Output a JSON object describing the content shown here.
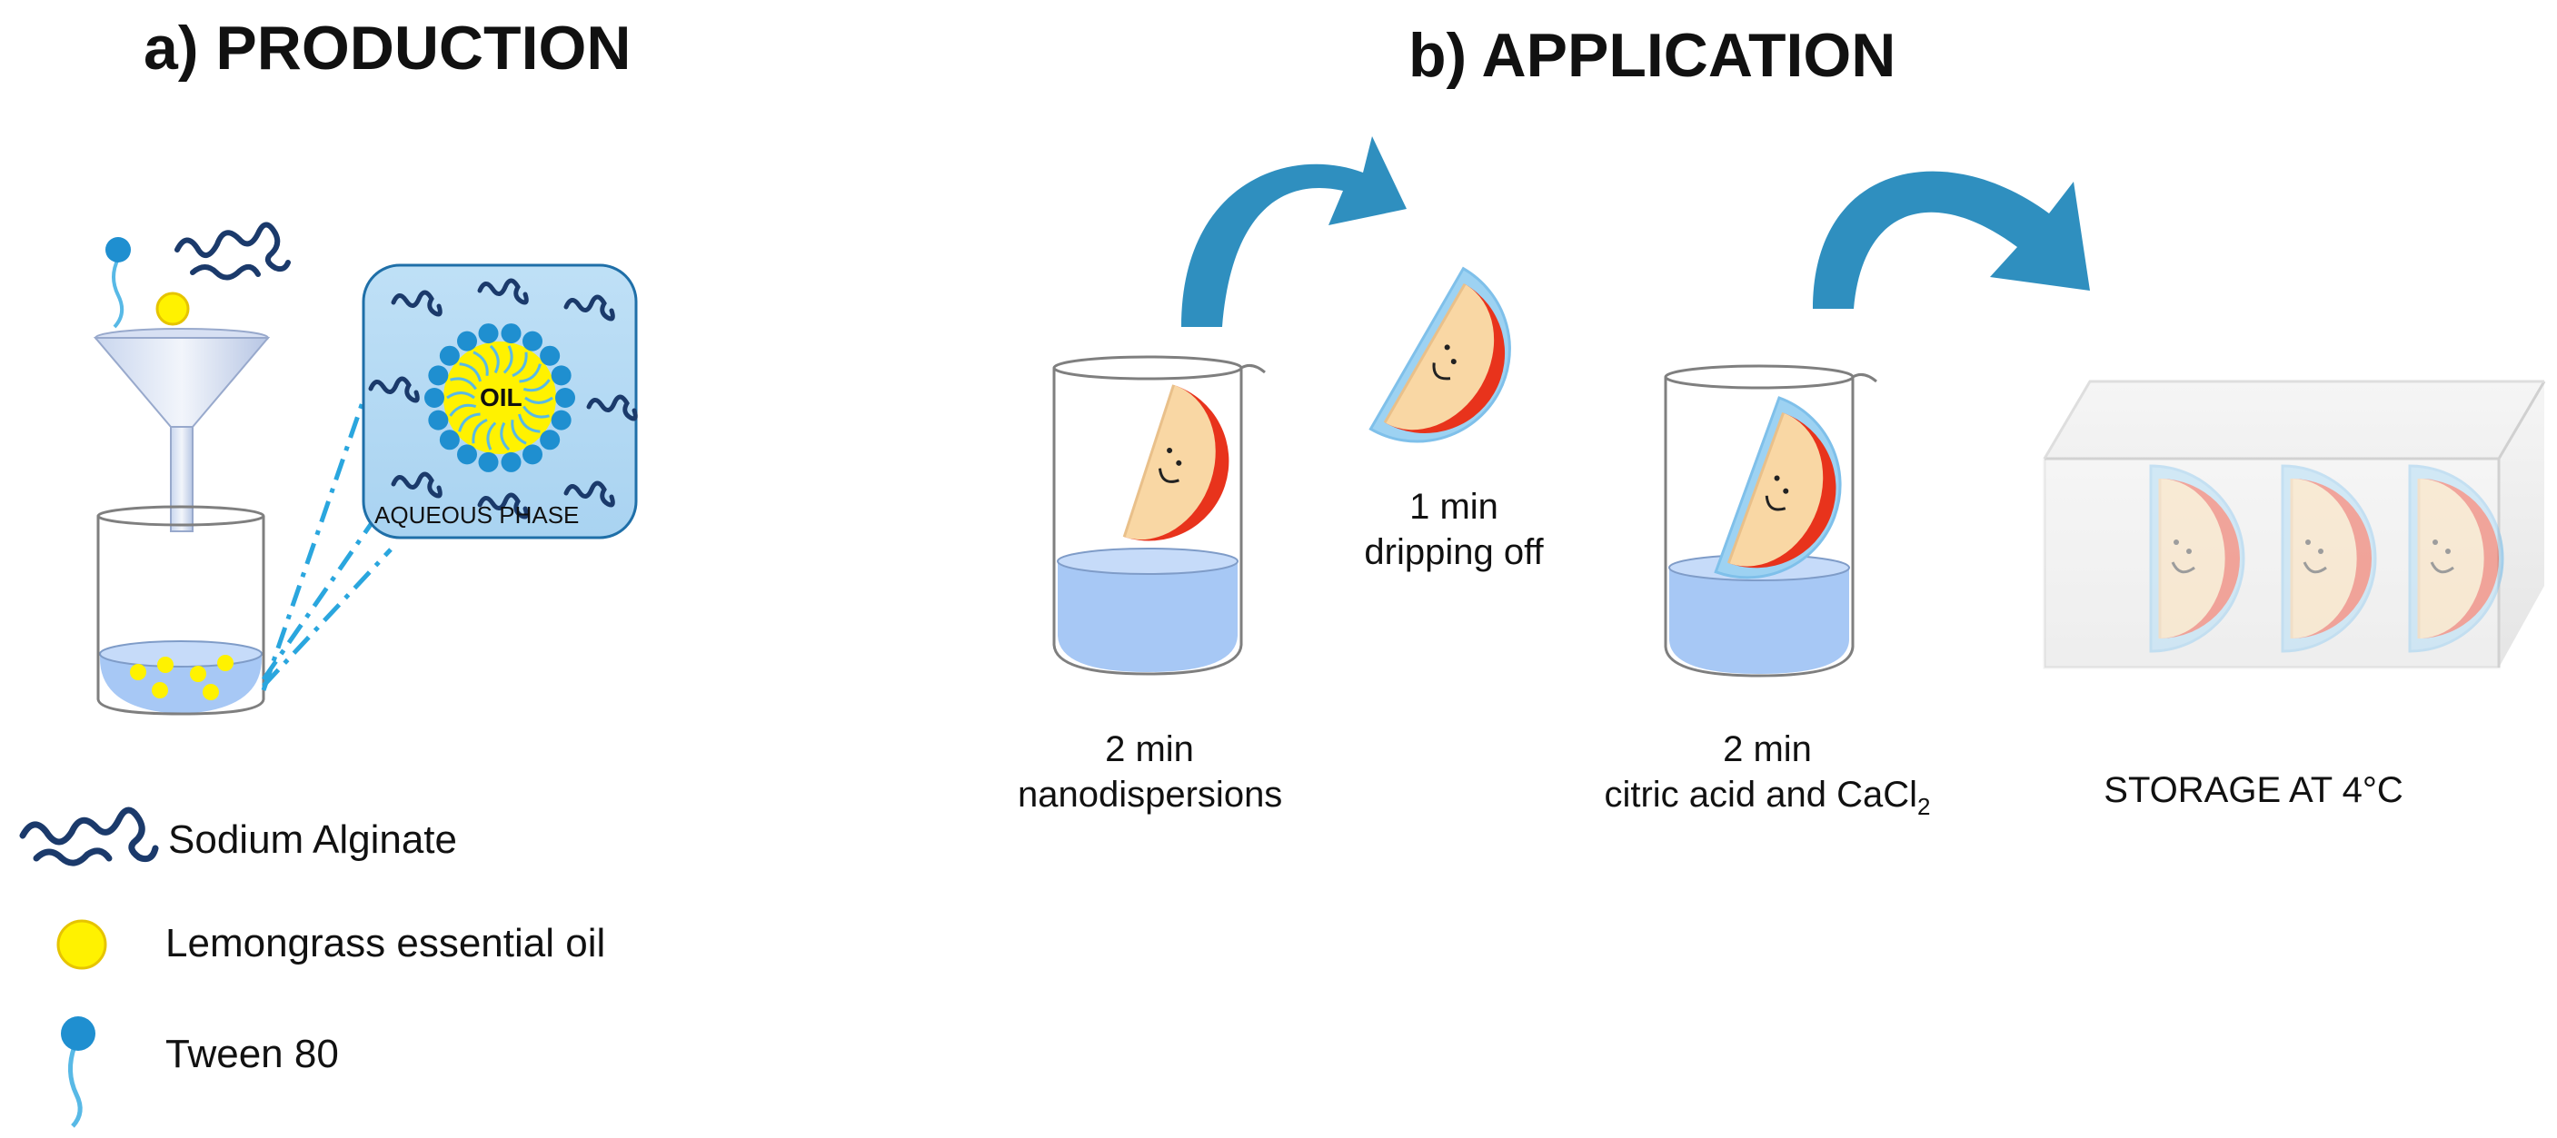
{
  "panel_a": {
    "title": "a)  PRODUCTION",
    "inset": {
      "core_label": "OIL",
      "phase_label": "AQUEOUS PHASE"
    }
  },
  "panel_b": {
    "title": "b)  APPLICATION",
    "steps": [
      {
        "line1": "2 min",
        "line2": "nanodispersions"
      },
      {
        "line1": "1 min",
        "line2": "dripping off"
      },
      {
        "line1": "2 min",
        "line2_main": "citric acid and CaCl",
        "line2_sub": "2"
      },
      {
        "line1": "STORAGE AT 4°C"
      }
    ]
  },
  "legend": [
    {
      "icon": "sodium-alginate-icon",
      "label": "Sodium Alginate"
    },
    {
      "icon": "lemongrass-oil-icon",
      "label": "Lemongrass essential oil"
    },
    {
      "icon": "tween-80-icon",
      "label": "Tween 80"
    }
  ],
  "colors": {
    "alginate": "#1b3a6b",
    "oil": "#fff200",
    "surfactant": "#1f8fd0",
    "liquid": "#a7c8f5",
    "arrow": "#2f8fbf",
    "apple_skin": "#e8331c",
    "apple_flesh": "#f9d7a4",
    "coating": "#9dd2f2"
  }
}
